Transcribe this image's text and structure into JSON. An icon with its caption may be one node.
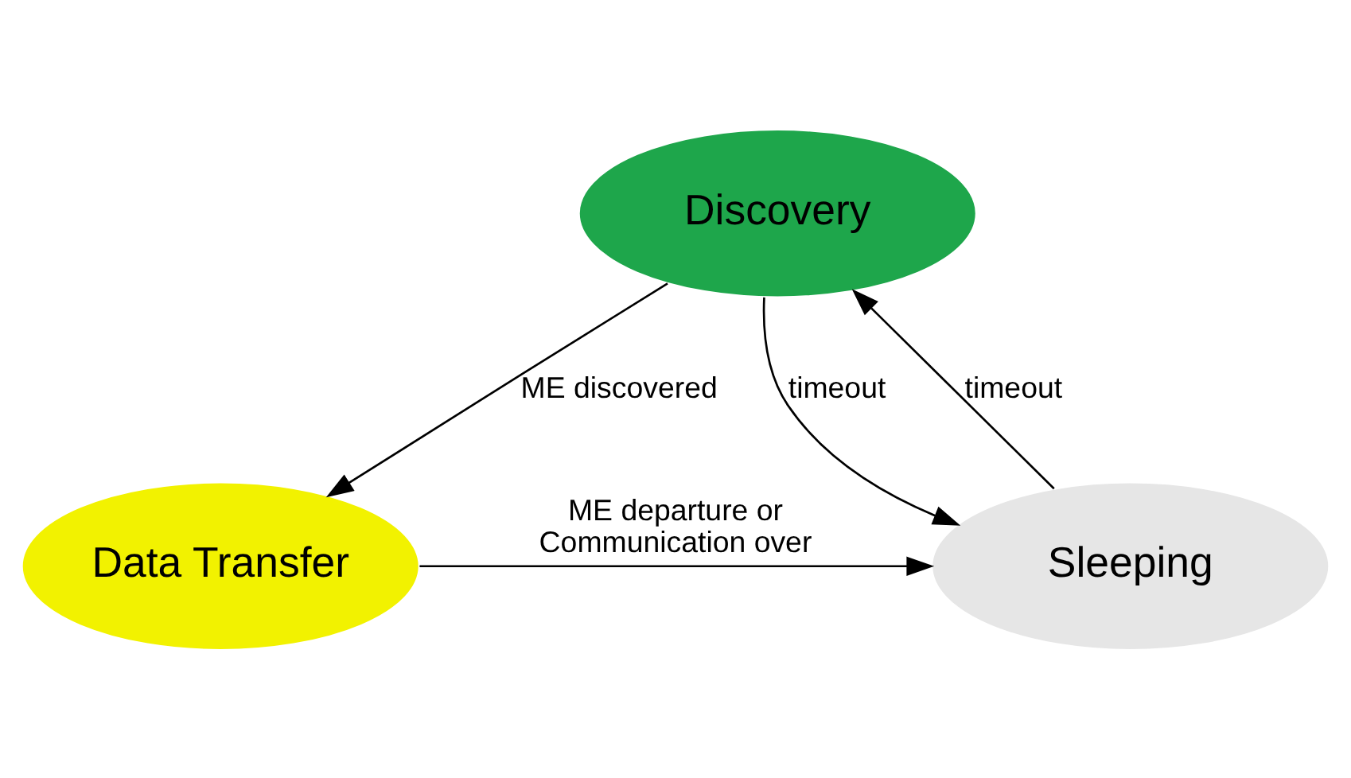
{
  "diagram": {
    "nodes": [
      {
        "text": [
          "Discovery"
        ]
      },
      {
        "text": [
          "Sleeping"
        ]
      },
      {
        "text": [
          "Data Transfer"
        ]
      }
    ],
    "edges": [
      {
        "from": 1,
        "to": 0,
        "arrow": "to",
        "label": "timeout"
      },
      {
        "from": 0,
        "to": 1,
        "arrow": "to",
        "label": "timeout"
      },
      {
        "from": 0,
        "to": 2,
        "arrow": "to",
        "label": "ME discovered"
      },
      {
        "from": 2,
        "to": 1,
        "arrow": "to",
        "label": "ME departure or Communication over"
      }
    ]
  }
}
